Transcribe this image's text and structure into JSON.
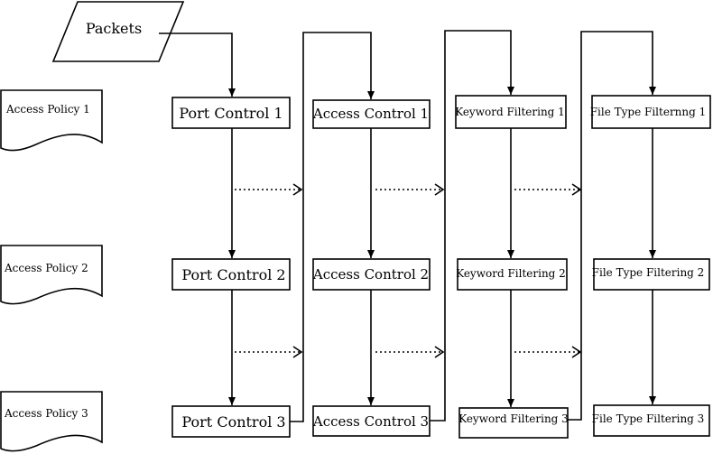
{
  "packets": {
    "label": "Packets"
  },
  "policies": [
    {
      "label": "Access Policy 1"
    },
    {
      "label": "Access Policy 2"
    },
    {
      "label": "Access Policy 3"
    }
  ],
  "stages": [
    {
      "boxes": [
        "Port Control 1",
        "Port Control 2",
        "Port Control 3"
      ]
    },
    {
      "boxes": [
        "Access Control 1",
        "Access Control 2",
        "Access Control 3"
      ]
    },
    {
      "boxes": [
        "Keyword Filtering 1",
        "Keyword Filtering 2",
        "Keyword Filtering 3"
      ]
    },
    {
      "boxes": [
        "File Type Filternng 1",
        "File Type Filtering 2",
        "File Type Filtering 3"
      ]
    }
  ]
}
